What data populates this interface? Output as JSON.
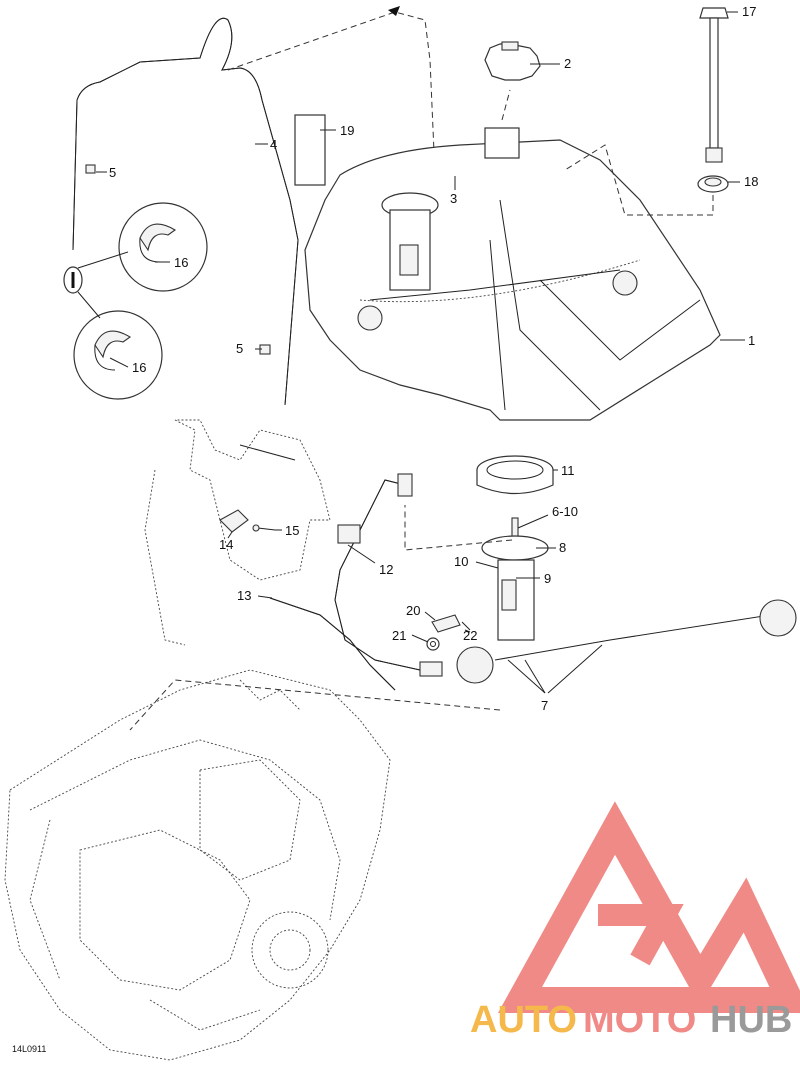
{
  "diagram": {
    "reference_code": "14L0911",
    "callouts": [
      {
        "id": "c1",
        "label": "1"
      },
      {
        "id": "c2",
        "label": "2"
      },
      {
        "id": "c3",
        "label": "3"
      },
      {
        "id": "c4",
        "label": "4"
      },
      {
        "id": "c5a",
        "label": "5"
      },
      {
        "id": "c5b",
        "label": "5"
      },
      {
        "id": "c6",
        "label": "6-10"
      },
      {
        "id": "c7",
        "label": "7"
      },
      {
        "id": "c8",
        "label": "8"
      },
      {
        "id": "c9",
        "label": "9"
      },
      {
        "id": "c10",
        "label": "10"
      },
      {
        "id": "c11",
        "label": "11"
      },
      {
        "id": "c12",
        "label": "12"
      },
      {
        "id": "c13",
        "label": "13"
      },
      {
        "id": "c14",
        "label": "14"
      },
      {
        "id": "c15",
        "label": "15"
      },
      {
        "id": "c16a",
        "label": "16"
      },
      {
        "id": "c16b",
        "label": "16"
      },
      {
        "id": "c17",
        "label": "17"
      },
      {
        "id": "c18",
        "label": "18"
      },
      {
        "id": "c19",
        "label": "19"
      },
      {
        "id": "c20",
        "label": "20"
      },
      {
        "id": "c21",
        "label": "21"
      },
      {
        "id": "c22",
        "label": "22"
      }
    ]
  },
  "watermark": {
    "part1": "AUTO",
    "part2": "MOTO",
    "part3": "HUB",
    "colors": {
      "orange": "#f5b84a",
      "pink": "#f08a86",
      "gray": "#9a9a9a"
    }
  }
}
